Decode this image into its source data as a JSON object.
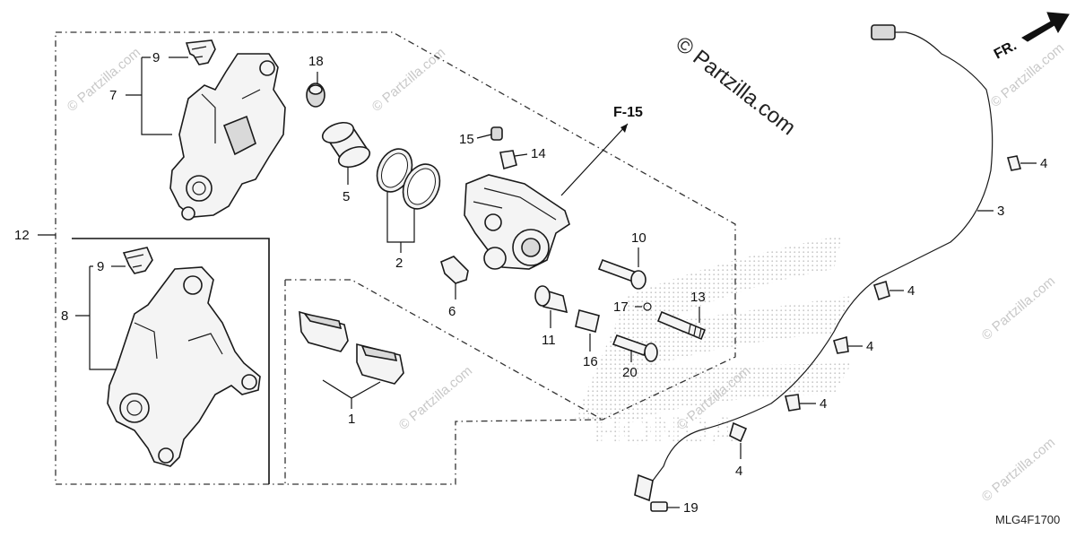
{
  "diagram": {
    "diagram_code": "MLG4F1700",
    "copyright_text": "© Partzilla.com",
    "watermark_text": "© Partzilla.com",
    "direction_label": "FR.",
    "reference_label": "F-15",
    "brand_watermark": "HONDA",
    "callouts": {
      "c1": "1",
      "c2": "2",
      "c3": "3",
      "c4a": "4",
      "c4b": "4",
      "c4c": "4",
      "c4d": "4",
      "c4e": "4",
      "c5": "5",
      "c6": "6",
      "c7": "7",
      "c8": "8",
      "c9a": "9",
      "c9b": "9",
      "c10": "10",
      "c11": "11",
      "c12": "12",
      "c13": "13",
      "c14": "14",
      "c15": "15",
      "c16": "16",
      "c17": "17",
      "c18": "18",
      "c19": "19",
      "c20": "20"
    },
    "colors": {
      "line": "#1a1a1a",
      "watermark": "#c8c8c8",
      "honda_dots": "#9a9a9a"
    }
  }
}
